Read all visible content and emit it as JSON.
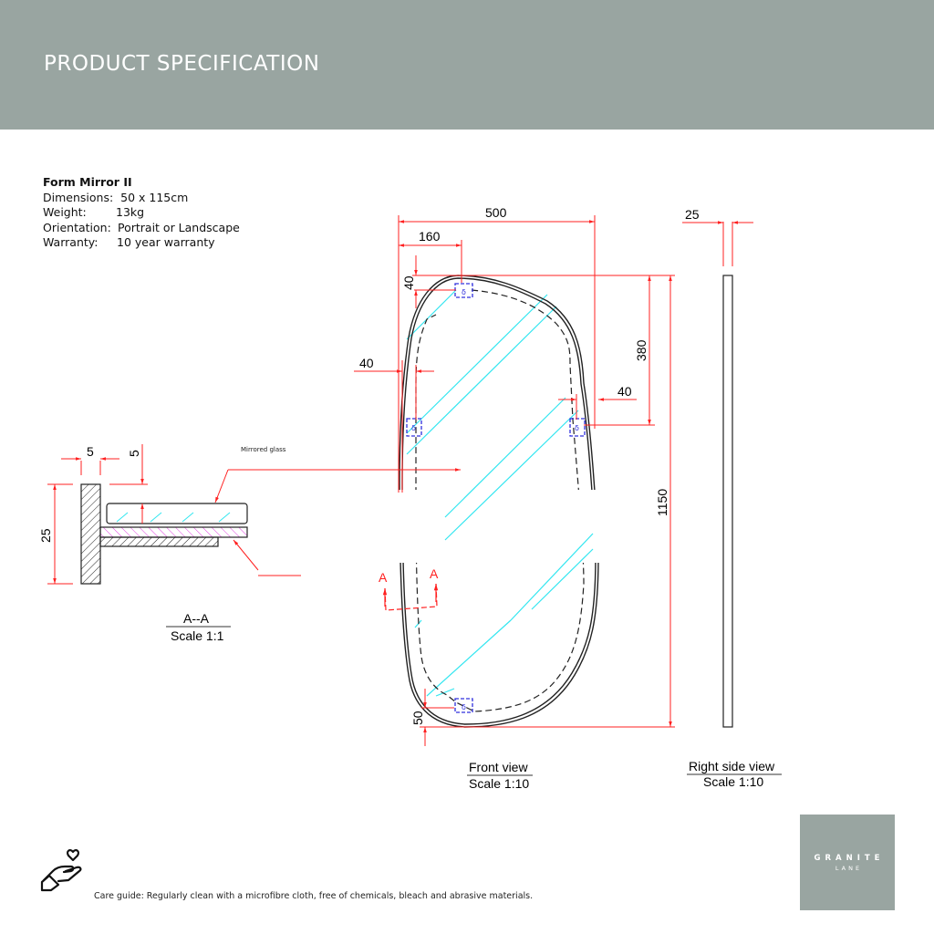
{
  "header": {
    "title": "PRODUCT SPECIFICATION"
  },
  "product": {
    "name": "Form Mirror II",
    "specs": [
      {
        "label": "Dimensions:",
        "value": "50 x 115cm"
      },
      {
        "label": "Weight:",
        "value": "13kg"
      },
      {
        "label": "Orientation:",
        "value": "Portrait or Landscape"
      },
      {
        "label": "Warranty:",
        "value": "10 year warranty"
      }
    ]
  },
  "drawing": {
    "front_view": {
      "caption": "Front view",
      "scale": "Scale 1:10",
      "dimensions": {
        "width": "500",
        "bracket_top_offset": "160",
        "top_inset": "40",
        "left_inset": "40",
        "right_inset": "40",
        "side_bracket_height": "380",
        "height": "1150",
        "bottom_inset": "50"
      },
      "section_marker": "A"
    },
    "side_view": {
      "caption": "Right side view",
      "scale": "Scale 1:10",
      "dimensions": {
        "depth": "25"
      }
    },
    "section": {
      "caption": "A--A",
      "scale": "Scale 1:1",
      "dimensions": {
        "wall_thickness": "5",
        "gap": "5",
        "depth": "25"
      },
      "callout": "Mirrored glass"
    },
    "colors": {
      "dimension": "#ff2020",
      "glass_hatch": "#33e6f0",
      "bracket": "#3030dd",
      "backing": "#e040e0"
    }
  },
  "care": {
    "text": "Care guide:  Regularly clean with a microfibre cloth, free of chemicals, bleach and abrasive materials."
  },
  "brand": {
    "name": "GRANITE",
    "sub": "LANE",
    "color": "#99a5a1"
  }
}
